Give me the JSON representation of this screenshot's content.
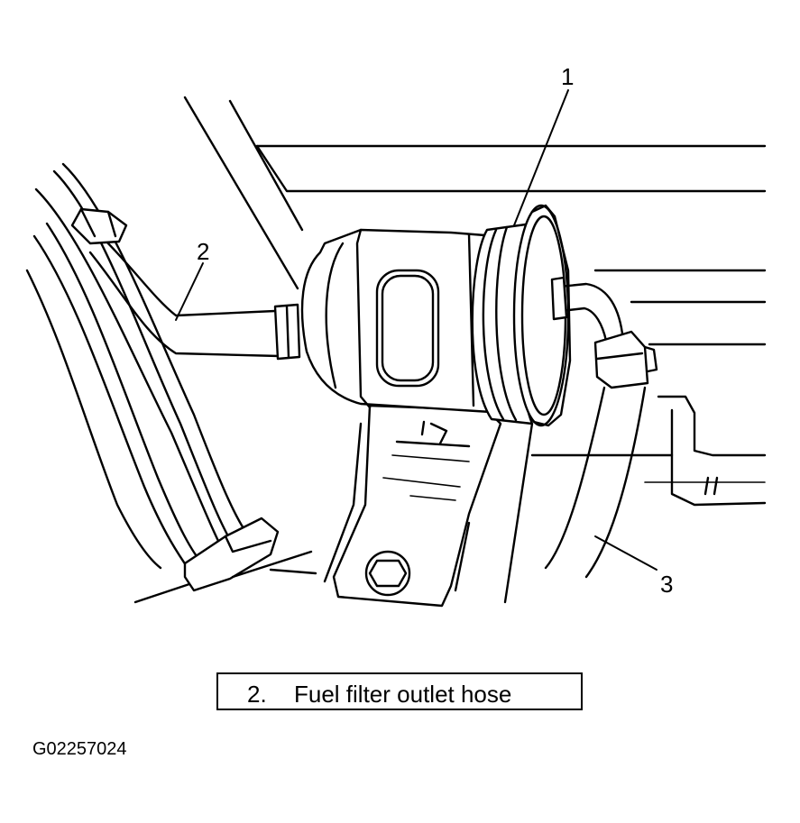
{
  "callouts": [
    {
      "id": "1",
      "label": "1"
    },
    {
      "id": "2",
      "label": "2"
    },
    {
      "id": "3",
      "label": "3"
    }
  ],
  "caption": {
    "number": "2.",
    "text": "Fuel filter outlet hose"
  },
  "figure_id": "G02257024"
}
